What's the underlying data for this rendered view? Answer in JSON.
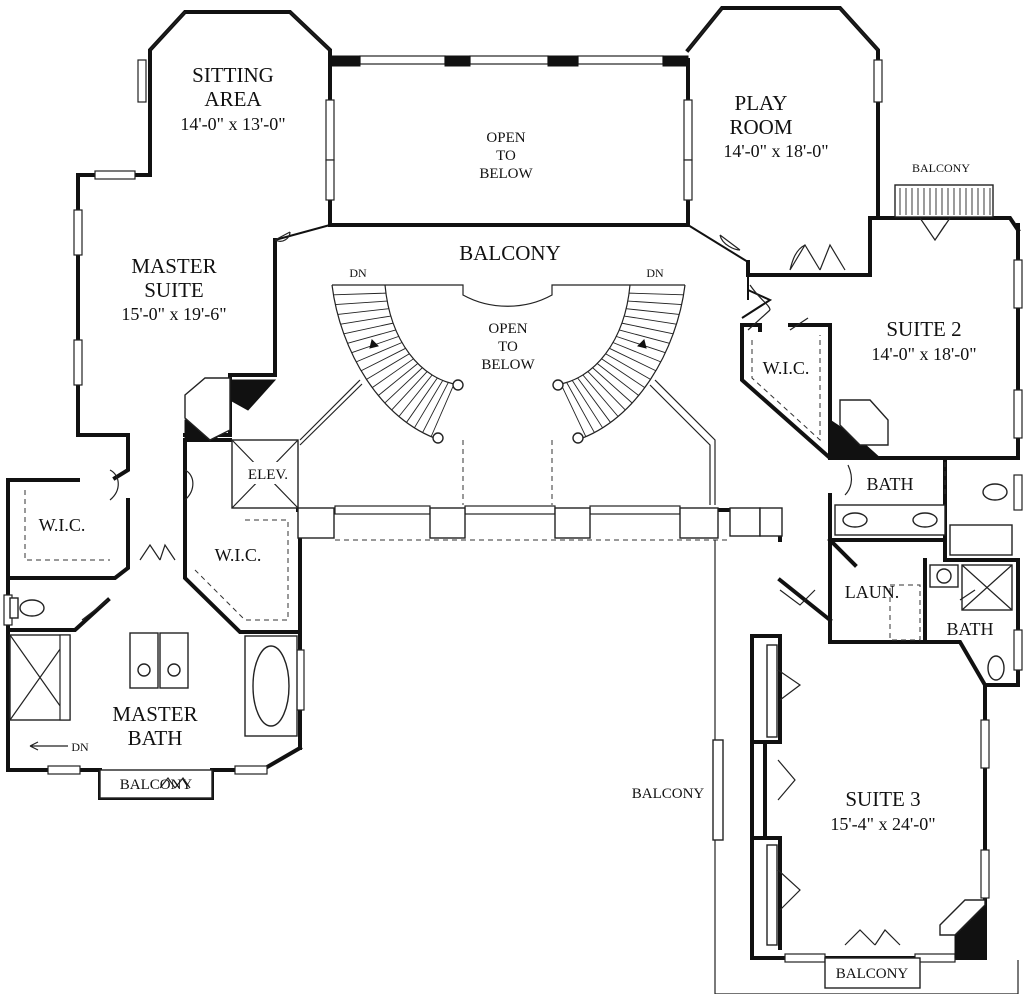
{
  "rooms": {
    "sitting_area": {
      "name1": "SITTING",
      "name2": "AREA",
      "dims": "14'-0\" x 13'-0\""
    },
    "open_to_below_top": {
      "l1": "OPEN",
      "l2": "TO",
      "l3": "BELOW"
    },
    "play_room": {
      "name1": "PLAY",
      "name2": "ROOM",
      "dims": "14'-0\" x 18'-0\""
    },
    "balcony_top_right": "BALCONY",
    "master_suite": {
      "name1": "MASTER",
      "name2": "SUITE",
      "dims": "15'-0\" x 19'-6\""
    },
    "balcony_center": "BALCONY",
    "dn_left": "DN",
    "dn_right": "DN",
    "open_to_below_center": {
      "l1": "OPEN",
      "l2": "TO",
      "l3": "BELOW"
    },
    "suite_2": {
      "name": "SUITE 2",
      "dims": "14'-0\" x 18'-0\""
    },
    "wic_suite2": "W.I.C.",
    "elev": "ELEV.",
    "bath_suite2": "BATH",
    "wic_left": "W.I.C.",
    "wic_center": "W.I.C.",
    "laundry": "LAUN.",
    "bath_suite3": "BATH",
    "master_bath": {
      "name1": "MASTER",
      "name2": "BATH"
    },
    "dn_master_bath": "DN",
    "balcony_master_bath": "BALCONY",
    "balcony_right": "BALCONY",
    "suite_3": {
      "name": "SUITE 3",
      "dims": "15'-4\" x 24'-0\""
    },
    "balcony_bottom": "BALCONY"
  }
}
